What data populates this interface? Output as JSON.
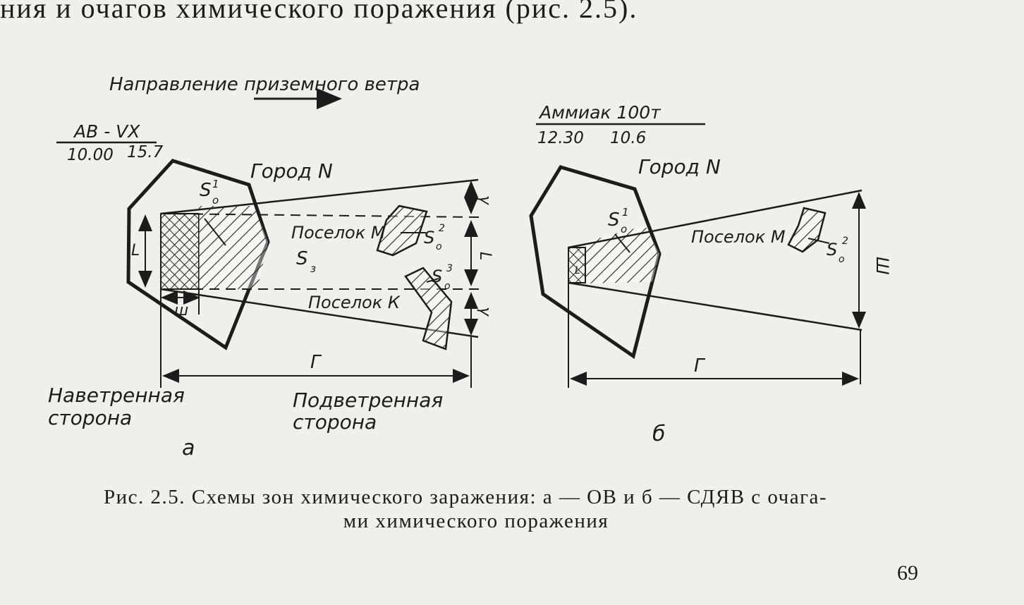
{
  "page": {
    "top_text": "ния и очагов химического поражения (рис. 2.5).",
    "caption_line1": "Рис. 2.5. Схемы зон химического заражения: а — ОВ и б — СДЯВ с очага-",
    "caption_line2": "ми химического поражения",
    "page_number": "69"
  },
  "figure_a": {
    "wind_label": "Направление приземного ветра",
    "agent_name": "АВ - VX",
    "agent_time": "10.00",
    "agent_date": "15.7",
    "city_label": "Город N",
    "s01": "S",
    "s01_sub": "o",
    "s01_sup": "1",
    "s3": "S",
    "s3_sub": "з",
    "village_m": "Поселок М",
    "s02_sub": "o",
    "s02_sup": "2",
    "s03_sub": "o",
    "s03_sup": "3",
    "village_k": "Поселок К",
    "dim_L": "L",
    "dim_w": "ш",
    "dim_g": "Г",
    "dim_gamma": "γ",
    "dim_l": "L",
    "windward": [
      "Наветренная",
      "сторона"
    ],
    "leeward": [
      "Подветренная",
      "сторона"
    ],
    "panel_label": "а"
  },
  "figure_b": {
    "agent_name": "Аммиак 100т",
    "agent_time": "12.30",
    "agent_date": "10.6",
    "city_label": "Город N",
    "s01_sub": "o",
    "s01_sup": "1",
    "village_m": "Поселок М",
    "s02_sub": "o",
    "s02_sup": "2",
    "dim_sh": "Ш",
    "dim_g": "Г",
    "dim_l": "L",
    "panel_label": "б"
  }
}
